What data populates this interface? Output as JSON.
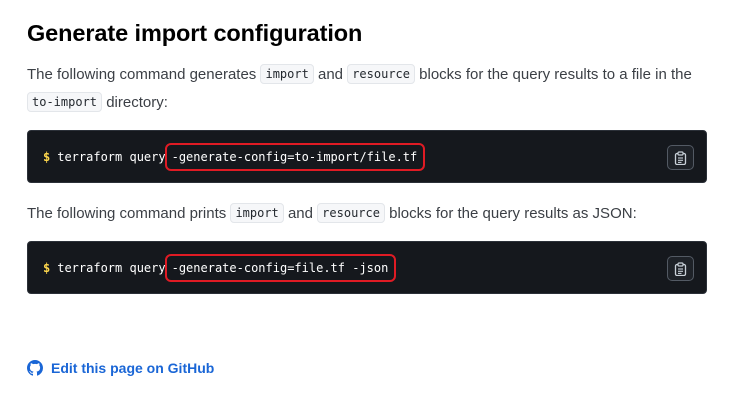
{
  "heading": "Generate import configuration",
  "paragraph1": {
    "t1": "The following command generates ",
    "c1": "import",
    "t2": " and ",
    "c2": "resource",
    "t3": " blocks for the query results to a file in the ",
    "c3": "to-import",
    "t4": " directory:"
  },
  "codeblock1": {
    "prompt": "$",
    "command": "terraform query",
    "highlighted": "-generate-config=to-import/file.tf"
  },
  "paragraph2": {
    "t1": "The following command prints ",
    "c1": "import",
    "t2": " and ",
    "c2": "resource",
    "t3": " blocks for the query results as JSON:"
  },
  "codeblock2": {
    "prompt": "$",
    "command": "terraform query",
    "highlighted": "-generate-config=file.tf -json"
  },
  "edit_link": {
    "label": "Edit this page on GitHub",
    "icon": "github-icon"
  },
  "colors": {
    "code_bg": "#15181d",
    "highlight_border": "#e01b24",
    "prompt": "#ffd84d",
    "link": "#1a66d6"
  }
}
